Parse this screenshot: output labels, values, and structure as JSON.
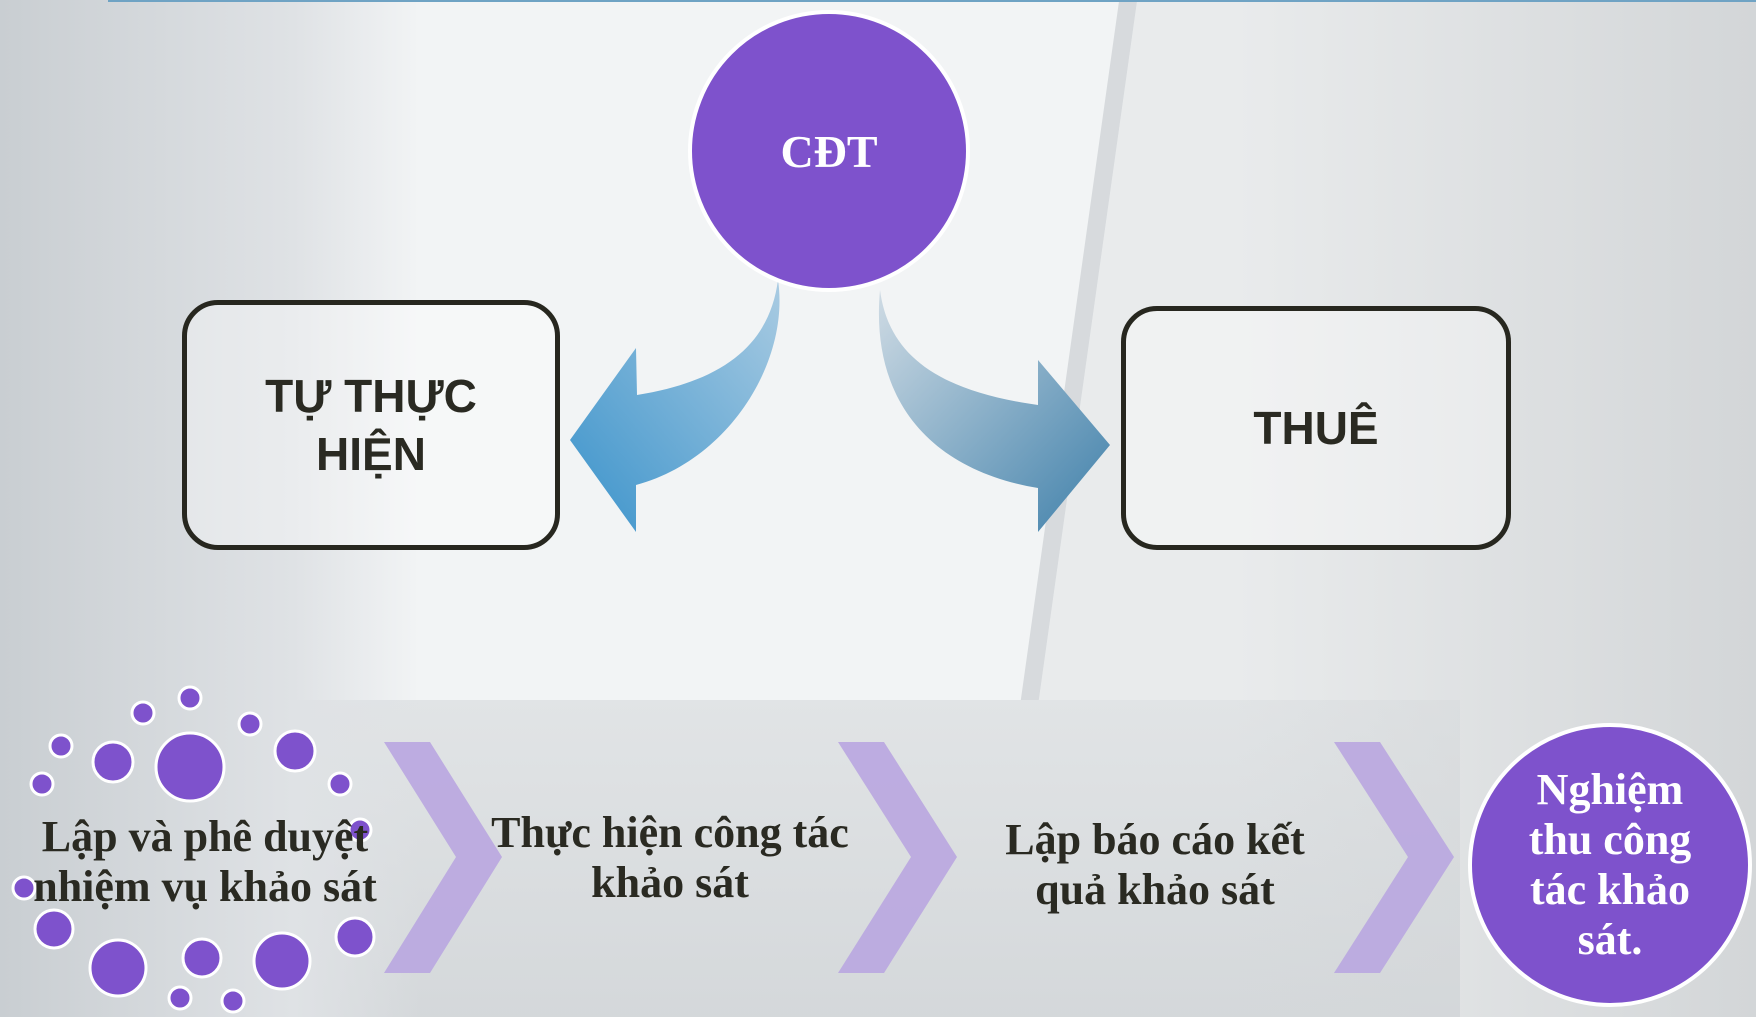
{
  "diagram": {
    "top_node": "CĐT",
    "left_option": "TỰ THỰC HIỆN",
    "right_option": "THUÊ"
  },
  "process": {
    "step1": "Lập và phê duyệt nhiệm vụ khảo sát",
    "step2": "Thực hiện công tác khảo sát",
    "step3": "Lập báo cáo kết quả khảo sát",
    "final": "Nghiệm thu công tác khảo sát."
  },
  "colors": {
    "purple": "#7e52cc",
    "chevron": "#b9a6e0",
    "arrow_left": "#4d9ed0",
    "arrow_right": "#4a88b2"
  }
}
